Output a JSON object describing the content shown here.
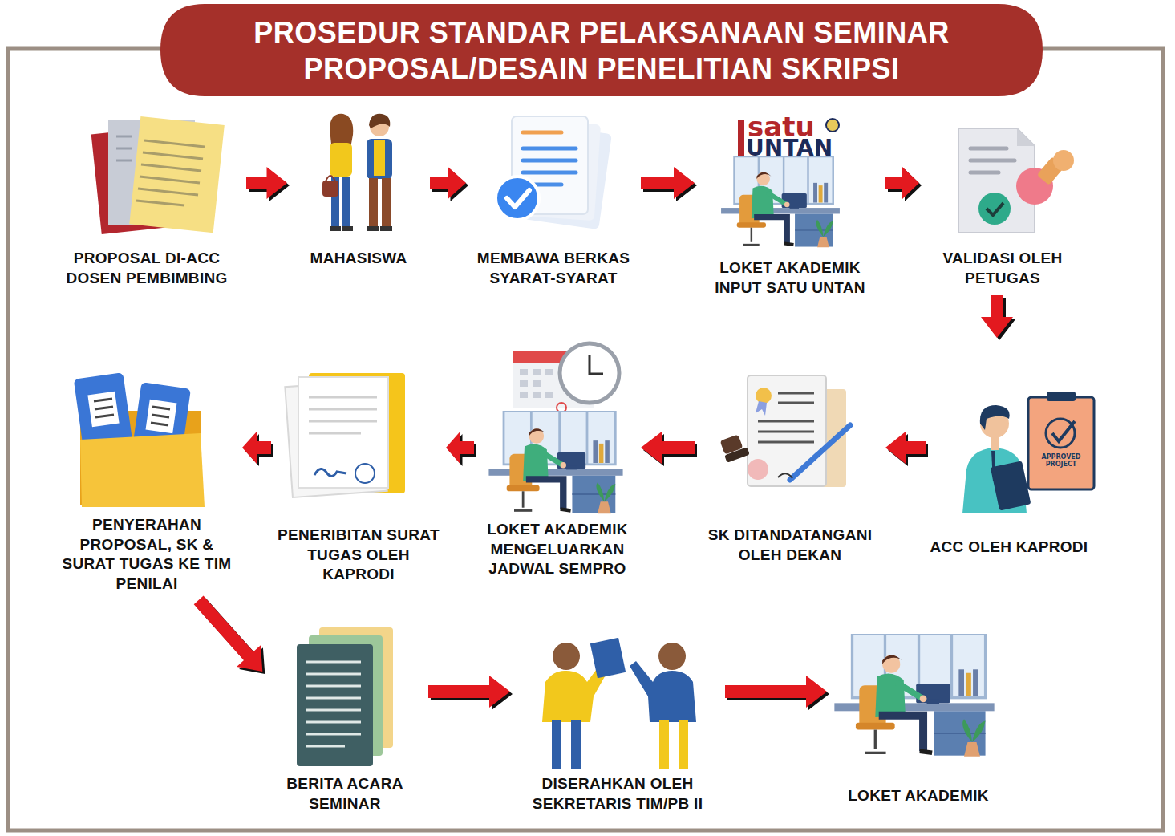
{
  "diagram": {
    "title": "PROSEDUR STANDAR PELAKSANAAN SEMINAR PROPOSAL/DESAIN PENELITIAN SKRIPSI",
    "nodes": [
      {
        "text": [
          "PROPOSAL DI-ACC DOSEN PEMBIMBING"
        ]
      },
      {
        "text": [
          "MAHASISWA"
        ]
      },
      {
        "text": [
          "MEMBAWA BERKAS SYARAT-SYARAT"
        ]
      },
      {
        "text": [
          "LOKET AKADEMIK INPUT SATU UNTAN"
        ]
      },
      {
        "text": [
          "VALIDASI OLEH PETUGAS"
        ]
      },
      {
        "text": [
          "ACC OLEH KAPRODI"
        ]
      },
      {
        "text": [
          "SK DITANDATANGANI OLEH DEKAN"
        ]
      },
      {
        "text": [
          "LOKET AKADEMIK MENGELUARKAN JADWAL SEMPRO"
        ]
      },
      {
        "text": [
          "PENERIBITAN SURAT TUGAS OLEH KAPRODI"
        ]
      },
      {
        "text": [
          "PENYERAHAN PROPOSAL, SK & SURAT TUGAS KE TIM PENILAI"
        ]
      },
      {
        "text": [
          "BERITA ACARA SEMINAR"
        ]
      },
      {
        "text": [
          "DISERAHKAN OLEH SEKRETARIS TIM/PB II"
        ]
      },
      {
        "text": [
          "LOKET AKADEMIK"
        ]
      }
    ],
    "edges": [
      {
        "from": 0,
        "to": 1,
        "arrow": "to"
      },
      {
        "from": 1,
        "to": 2,
        "arrow": "to"
      },
      {
        "from": 2,
        "to": 3,
        "arrow": "to"
      },
      {
        "from": 3,
        "to": 4,
        "arrow": "to"
      },
      {
        "from": 4,
        "to": 5,
        "arrow": "to"
      },
      {
        "from": 5,
        "to": 6,
        "arrow": "to"
      },
      {
        "from": 6,
        "to": 7,
        "arrow": "to"
      },
      {
        "from": 7,
        "to": 8,
        "arrow": "to"
      },
      {
        "from": 8,
        "to": 9,
        "arrow": "to"
      },
      {
        "from": 9,
        "to": 10,
        "arrow": "to"
      },
      {
        "from": 10,
        "to": 11,
        "arrow": "to"
      },
      {
        "from": 11,
        "to": 12,
        "arrow": "to"
      }
    ],
    "labels": [
      "satu",
      "UNTAN",
      "APPROVED PROJECT"
    ]
  }
}
